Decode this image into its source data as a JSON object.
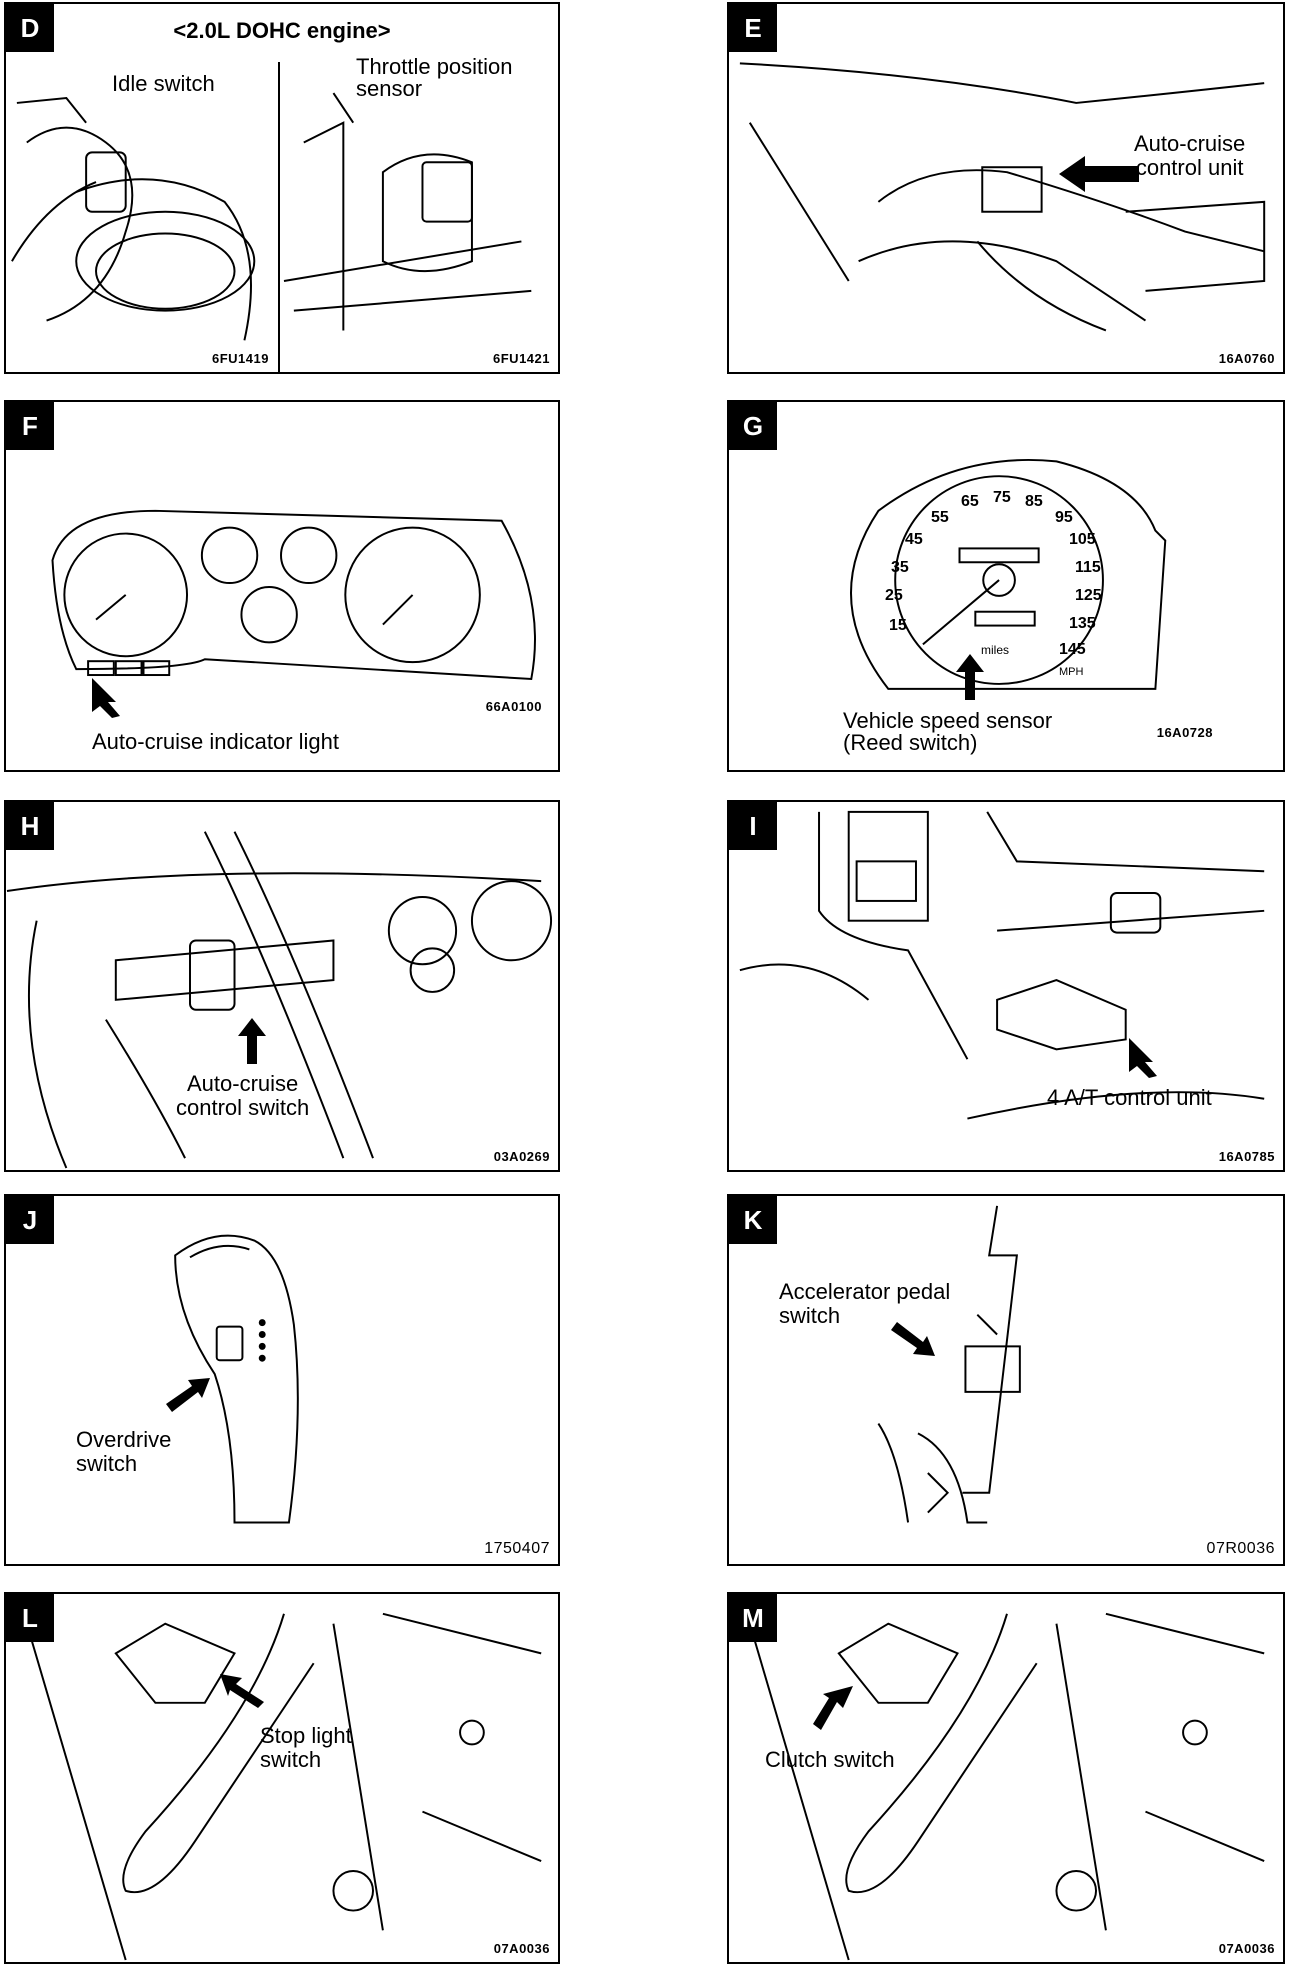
{
  "panels": {
    "d": {
      "badge": "D",
      "heading": "<2.0L DOHC engine>",
      "label_idle": "Idle switch",
      "label_tps": "Throttle position\nsensor",
      "code_left": "6FU1419",
      "code_right": "6FU1421"
    },
    "e": {
      "badge": "E",
      "label": "Auto-cruise\ncontrol unit",
      "code": "16A0760"
    },
    "f": {
      "badge": "F",
      "label": "Auto-cruise indicator light",
      "code": "66A0100"
    },
    "g": {
      "badge": "G",
      "label": "Vehicle speed sensor\n(Reed switch)",
      "code": "16A0728",
      "dial": [
        "15",
        "25",
        "35",
        "45",
        "55",
        "65",
        "75",
        "85",
        "95",
        "105",
        "115",
        "125",
        "135",
        "145"
      ],
      "unit_label": "miles",
      "unit_mph": "MPH"
    },
    "h": {
      "badge": "H",
      "label": "Auto-cruise\ncontrol switch",
      "code": "03A0269"
    },
    "i": {
      "badge": "I",
      "label": "4 A/T control unit",
      "code": "16A0785"
    },
    "j": {
      "badge": "J",
      "label": "Overdrive\nswitch",
      "code": "1750407"
    },
    "k": {
      "badge": "K",
      "label": "Accelerator pedal\nswitch",
      "code": "07R0036"
    },
    "l": {
      "badge": "L",
      "label": "Stop light\nswitch",
      "code": "07A0036"
    },
    "m": {
      "badge": "M",
      "label": "Clutch switch",
      "code": "07A0036"
    }
  }
}
